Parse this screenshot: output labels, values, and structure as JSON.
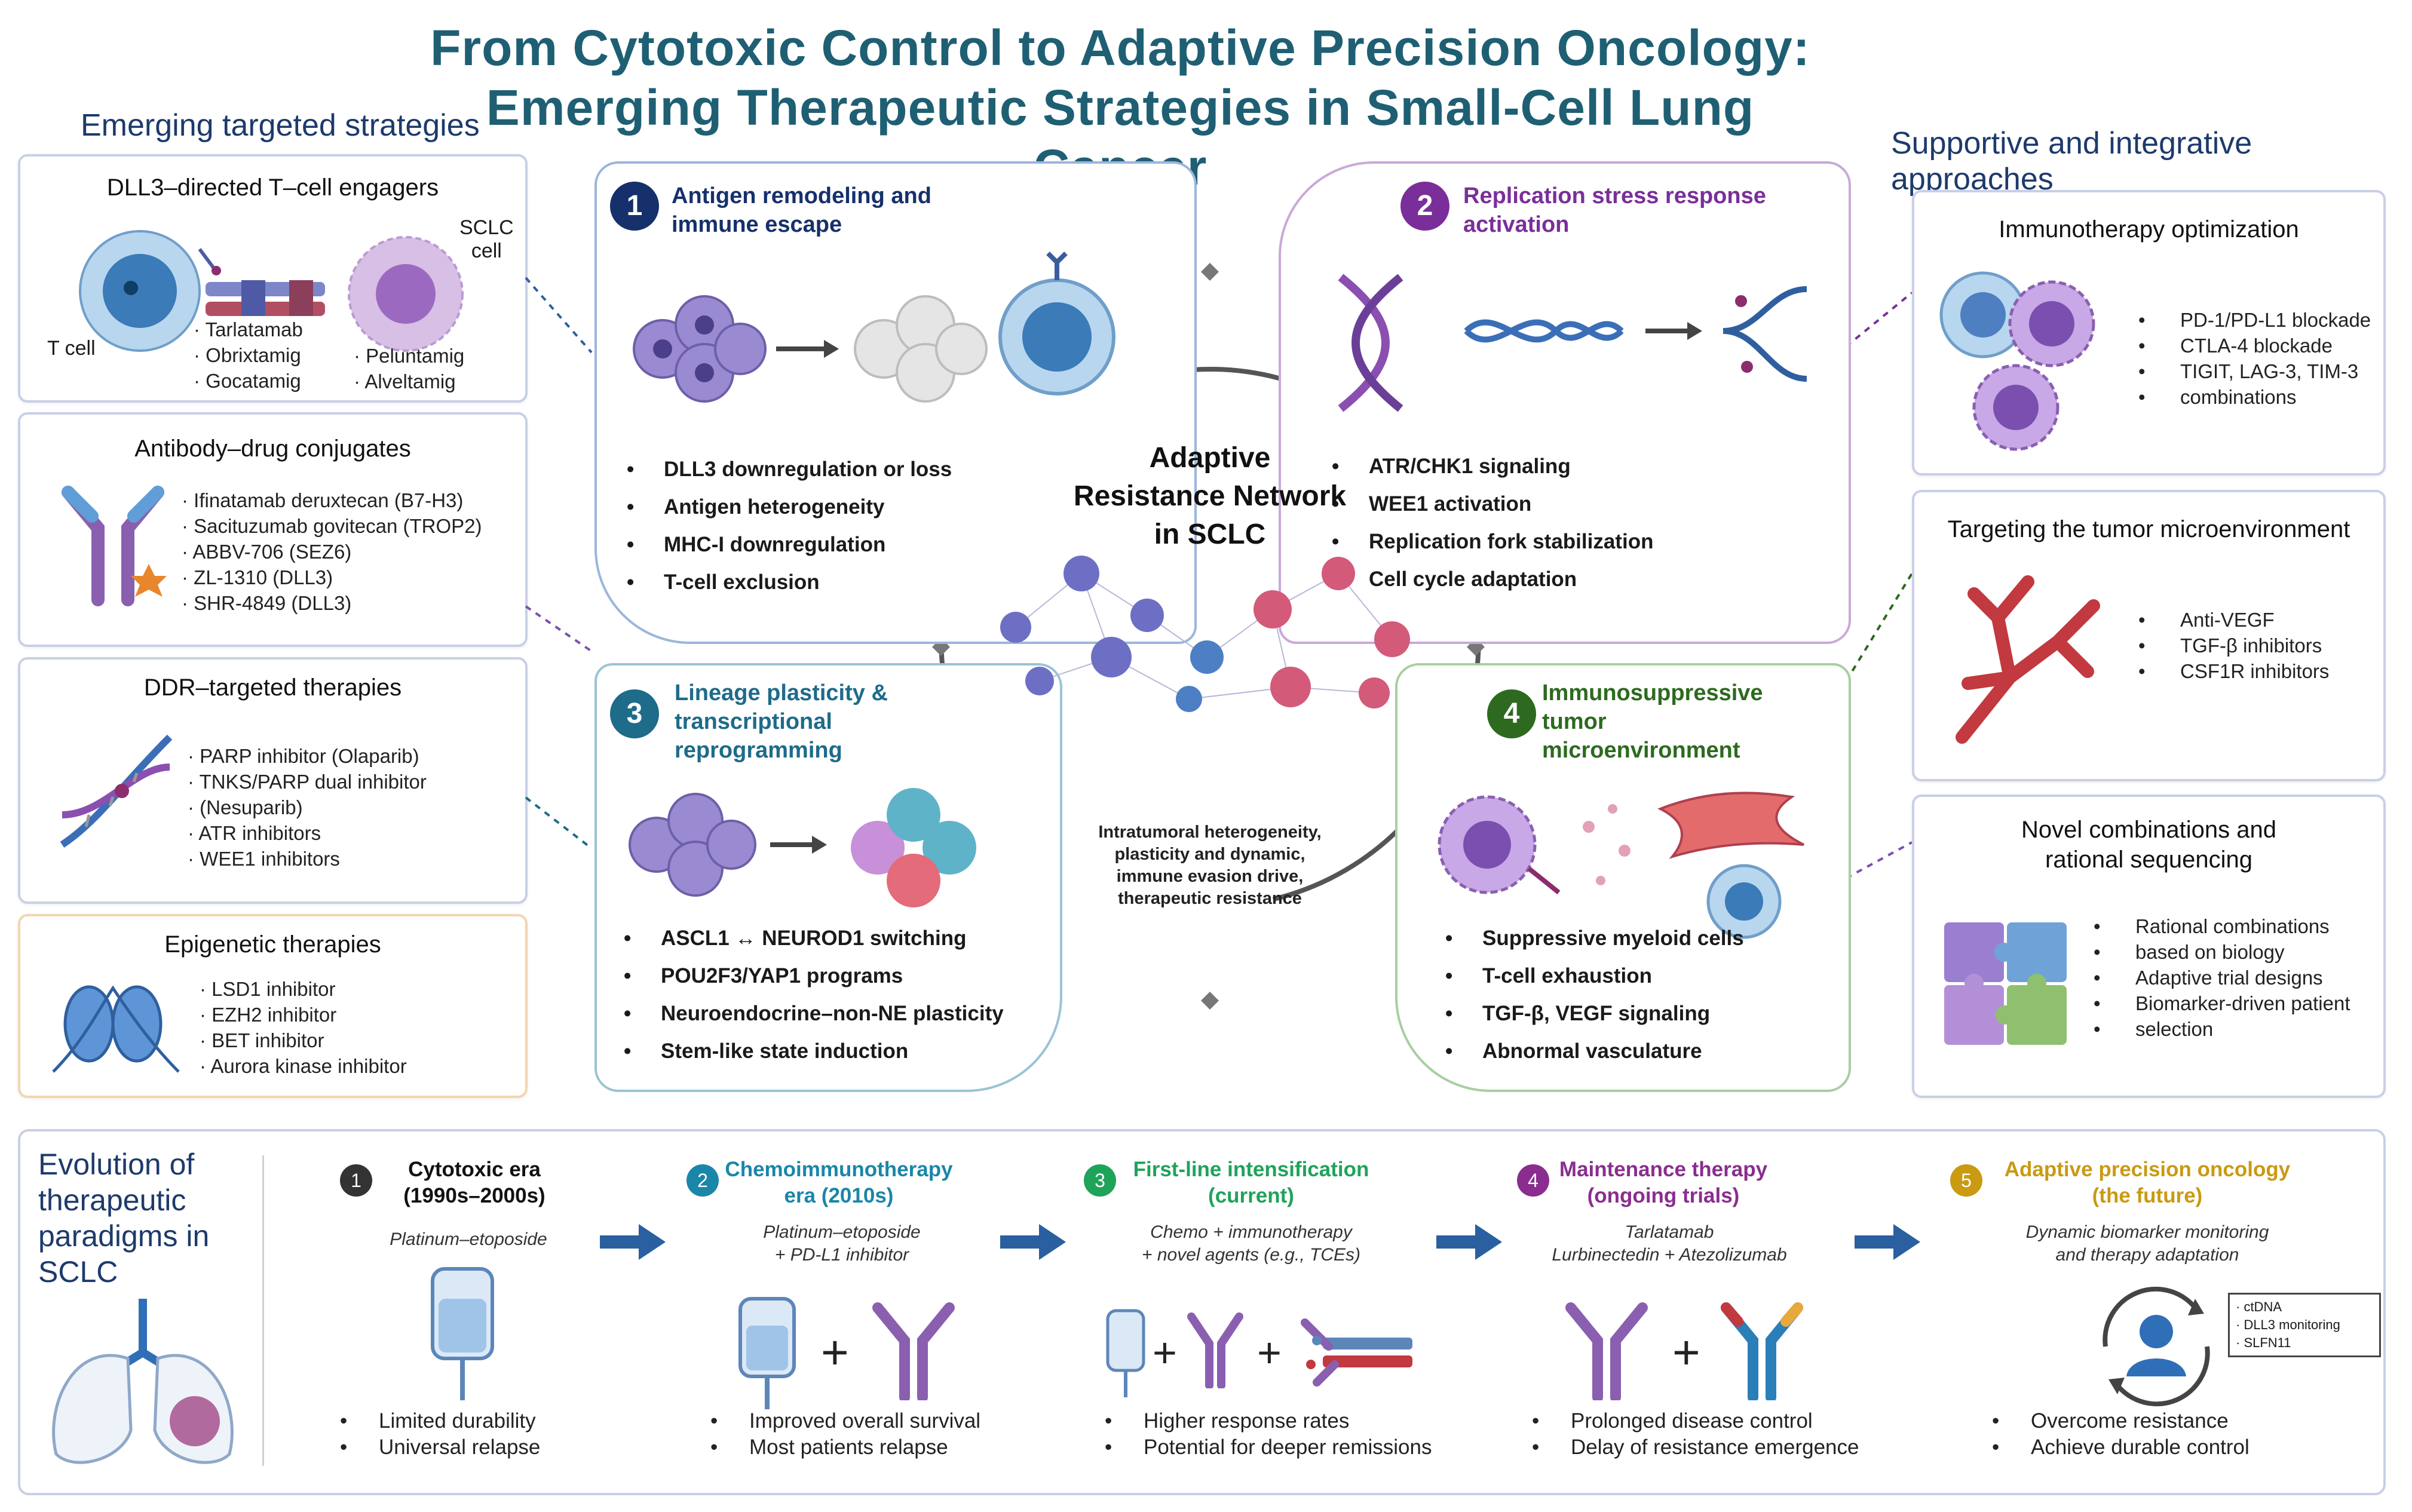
{
  "title": {
    "line1": "From Cytotoxic Control to Adaptive Precision Oncology:",
    "line2": "Emerging Therapeutic Strategies in Small-Cell Lung Cancer"
  },
  "left_heading": "Emerging targeted strategies",
  "right_heading": "Supportive and integrative approaches",
  "left_cards": {
    "dll3": {
      "title": "DLL3–directed T–cell engagers",
      "tcell_label": "T cell",
      "sclc_label1": "SCLC",
      "sclc_label2": "cell",
      "drugs_left": [
        "Tarlatamab",
        "Obrixtamig",
        "Gocatamig"
      ],
      "drugs_right": [
        "Peluntamig",
        "Alveltamig"
      ]
    },
    "adc": {
      "title": "Antibody–drug conjugates",
      "items": [
        "Ifinatamab deruxtecan (B7-H3)",
        "Sacituzumab govitecan (TROP2)",
        "ABBV-706 (SEZ6)",
        "ZL-1310 (DLL3)",
        "SHR-4849 (DLL3)"
      ]
    },
    "ddr": {
      "title": "DDR–targeted therapies",
      "items": [
        "PARP inhibitor (Olaparib)",
        "TNKS/PARP dual inhibitor",
        "(Nesuparib)",
        "ATR inhibitors",
        "WEE1 inhibitors"
      ]
    },
    "epi": {
      "title": "Epigenetic therapies",
      "items": [
        "LSD1 inhibitor",
        "EZH2 inhibitor",
        "BET inhibitor",
        "Aurora kinase inhibitor"
      ]
    }
  },
  "panels": {
    "p1": {
      "number": "1",
      "title1": "Antigen remodeling and",
      "title2": "immune escape",
      "color": "#16306b",
      "items": [
        "DLL3 downregulation or loss",
        "Antigen heterogeneity",
        "MHC-I downregulation",
        "T-cell exclusion"
      ]
    },
    "p2": {
      "number": "2",
      "title1": "Replication stress response",
      "title2": "activation",
      "color": "#7a2e9a",
      "items": [
        "ATR/CHK1 signaling",
        "WEE1 activation",
        "Replication fork stabilization",
        "Cell cycle adaptation"
      ]
    },
    "p3": {
      "number": "3",
      "title1": "Lineage plasticity &",
      "title2": "transcriptional",
      "title3": "reprogramming",
      "color": "#1e6b8a",
      "items": [
        "ASCL1 ↔ NEUROD1 switching",
        "POU2F3/YAP1 programs",
        "Neuroendocrine–non-NE plasticity",
        "Stem-like state induction"
      ]
    },
    "p4": {
      "number": "4",
      "title1": "Immunosuppressive",
      "title2": "tumor",
      "title3": "microenvironment",
      "color": "#2d6a1f",
      "items": [
        "Suppressive myeloid cells",
        "T-cell exhaustion",
        "TGF-β, VEGF signaling",
        "Abnormal vasculature"
      ]
    }
  },
  "center": {
    "title1": "Adaptive",
    "title2": "Resistance Network",
    "title3": "in SCLC",
    "caption1": "Intratumoral heterogeneity,",
    "caption2": "plasticity and dynamic,",
    "caption3": "immune evasion drive,",
    "caption4": "therapeutic resistance"
  },
  "right_cards": {
    "immuno": {
      "title": "Immunotherapy optimization",
      "items": [
        "PD-1/PD-L1 blockade",
        "CTLA-4 blockade",
        "TIGIT,  LAG-3, TIM-3",
        "combinations"
      ]
    },
    "tme": {
      "title": "Targeting the tumor microenvironment",
      "items": [
        "Anti-VEGF",
        "TGF-β inhibitors",
        "CSF1R inhibitors"
      ]
    },
    "combo": {
      "title1": "Novel combinations and",
      "title2": "rational sequencing",
      "items": [
        "Rational combinations",
        "based on biology",
        "Adaptive trial designs",
        "Biomarker-driven patient",
        "selection"
      ]
    }
  },
  "timeline": {
    "heading": [
      "Evolution of",
      "therapeutic",
      "paradigms in",
      "SCLC"
    ],
    "eras": [
      {
        "number": "1",
        "title1": "Cytotoxic era",
        "title2": "(1990s–2000s)",
        "color": "#333333",
        "sub1": "Platinum–etoposide",
        "sub2": "",
        "bullets": [
          "Limited durability",
          "Universal relapse"
        ]
      },
      {
        "number": "2",
        "title1": "Chemoimmunotherapy",
        "title2": "era (2010s)",
        "color": "#1a86a8",
        "sub1": "Platinum–etoposide",
        "sub2": "+ PD-L1 inhibitor",
        "bullets": [
          "Improved overall survival",
          "Most patients relapse"
        ]
      },
      {
        "number": "3",
        "title1": "First-line intensification",
        "title2": "(current)",
        "color": "#1fa35a",
        "sub1": "Chemo + immunotherapy",
        "sub2": "+ novel agents (e.g., TCEs)",
        "bullets": [
          "Higher response rates",
          "Potential for deeper remissions"
        ]
      },
      {
        "number": "4",
        "title1": "Maintenance therapy",
        "title2": "(ongoing trials)",
        "color": "#8a2d8f",
        "sub1": "Tarlatamab",
        "sub2": "Lurbinectedin + Atezolizumab",
        "bullets": [
          "Prolonged disease control",
          "Delay of resistance emergence"
        ]
      },
      {
        "number": "5",
        "title1": "Adaptive precision oncology",
        "title2": "(the future)",
        "color": "#c99a12",
        "sub1": "Dynamic biomarker monitoring",
        "sub2": "and therapy adaptation",
        "bullets": [
          "Overcome resistance",
          "Achieve durable control"
        ]
      }
    ],
    "monitor_items": [
      "· ctDNA",
      "· DLL3 monitoring",
      "· SLFN11"
    ],
    "plus": "+"
  }
}
